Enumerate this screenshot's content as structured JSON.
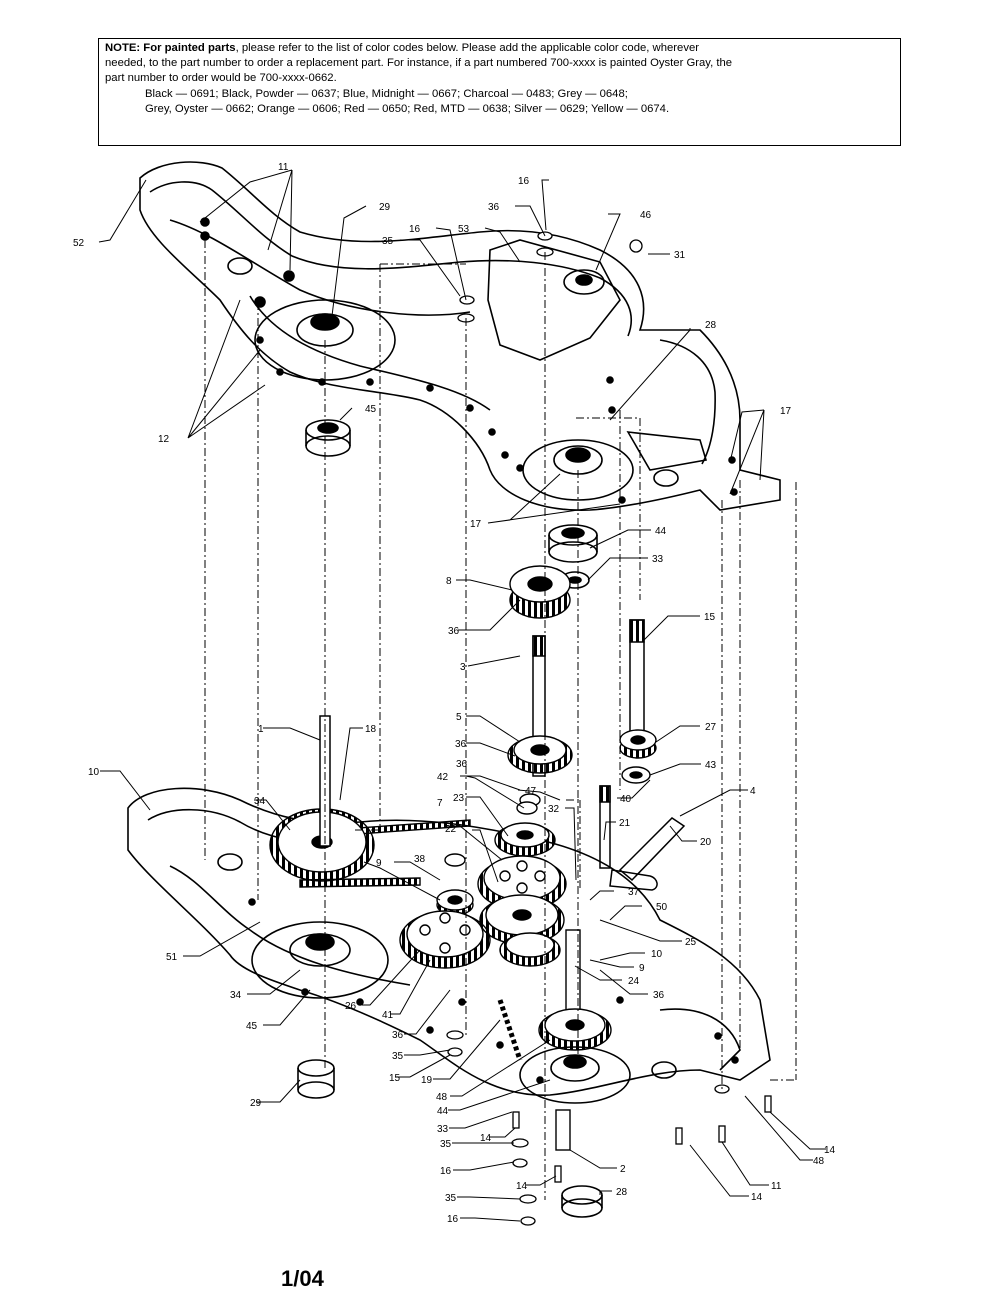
{
  "note": {
    "prefix": "NOTE:",
    "bold_phrase": "For painted parts",
    "line1_rest": ", please refer to the list of color codes below.  Please add the applicable color code, wherever",
    "line2": "needed, to the part number to order a replacement part.  For instance, if a part numbered 700-xxxx is painted Oyster Gray, the",
    "line3": "part number to order would be 700-xxxx-0662.",
    "line4": "Black — 0691; Black, Powder — 0637; Blue, Midnight — 0667; Charcoal — 0483; Grey — 0648;",
    "line5": "Grey, Oyster — 0662; Orange — 0606; Red — 0650; Red, MTD — 0638; Silver — 0629; Yellow — 0674."
  },
  "callouts": {
    "c11a": "11",
    "c52": "52",
    "c29a": "29",
    "c16a": "16",
    "c35a": "35",
    "c53": "53",
    "c16b": "16",
    "c36a": "36",
    "c46": "46",
    "c31": "31",
    "c28a": "28",
    "c45a": "45",
    "c12": "12",
    "c17a": "17",
    "c17b": "17",
    "c44a": "44",
    "c33a": "33",
    "c8": "8",
    "c36b": "36",
    "c15a": "15",
    "c3": "3",
    "c5": "5",
    "c27": "27",
    "c36c": "36",
    "c43": "43",
    "c40": "40",
    "c42": "42",
    "c36d": "36",
    "c1": "1",
    "c18": "18",
    "c10a": "10",
    "c34a": "34",
    "c4": "4",
    "c47": "47",
    "c32": "32",
    "c23": "23",
    "c7": "7",
    "c21": "21",
    "c20": "20",
    "c22": "22",
    "c38": "38",
    "c9a": "9",
    "c37": "37",
    "c50": "50",
    "c51": "51",
    "c25": "25",
    "c10b": "10",
    "c9b": "9",
    "c24": "24",
    "c36e": "36",
    "c34b": "34",
    "c26": "26",
    "c41": "41",
    "c36f": "36",
    "c45b": "45",
    "c35b": "35",
    "c15b": "15",
    "c19": "19",
    "c29b": "29",
    "c48a": "48",
    "c44b": "44",
    "c33b": "33",
    "c14a": "14",
    "c35c": "35",
    "c16c": "16",
    "c14b": "14",
    "c2": "2",
    "c35d": "35",
    "c28b": "28",
    "c16d": "16",
    "c14c": "14",
    "c11b": "11",
    "c48b": "48",
    "c14d": "14"
  },
  "footer": {
    "date": "1/04"
  }
}
